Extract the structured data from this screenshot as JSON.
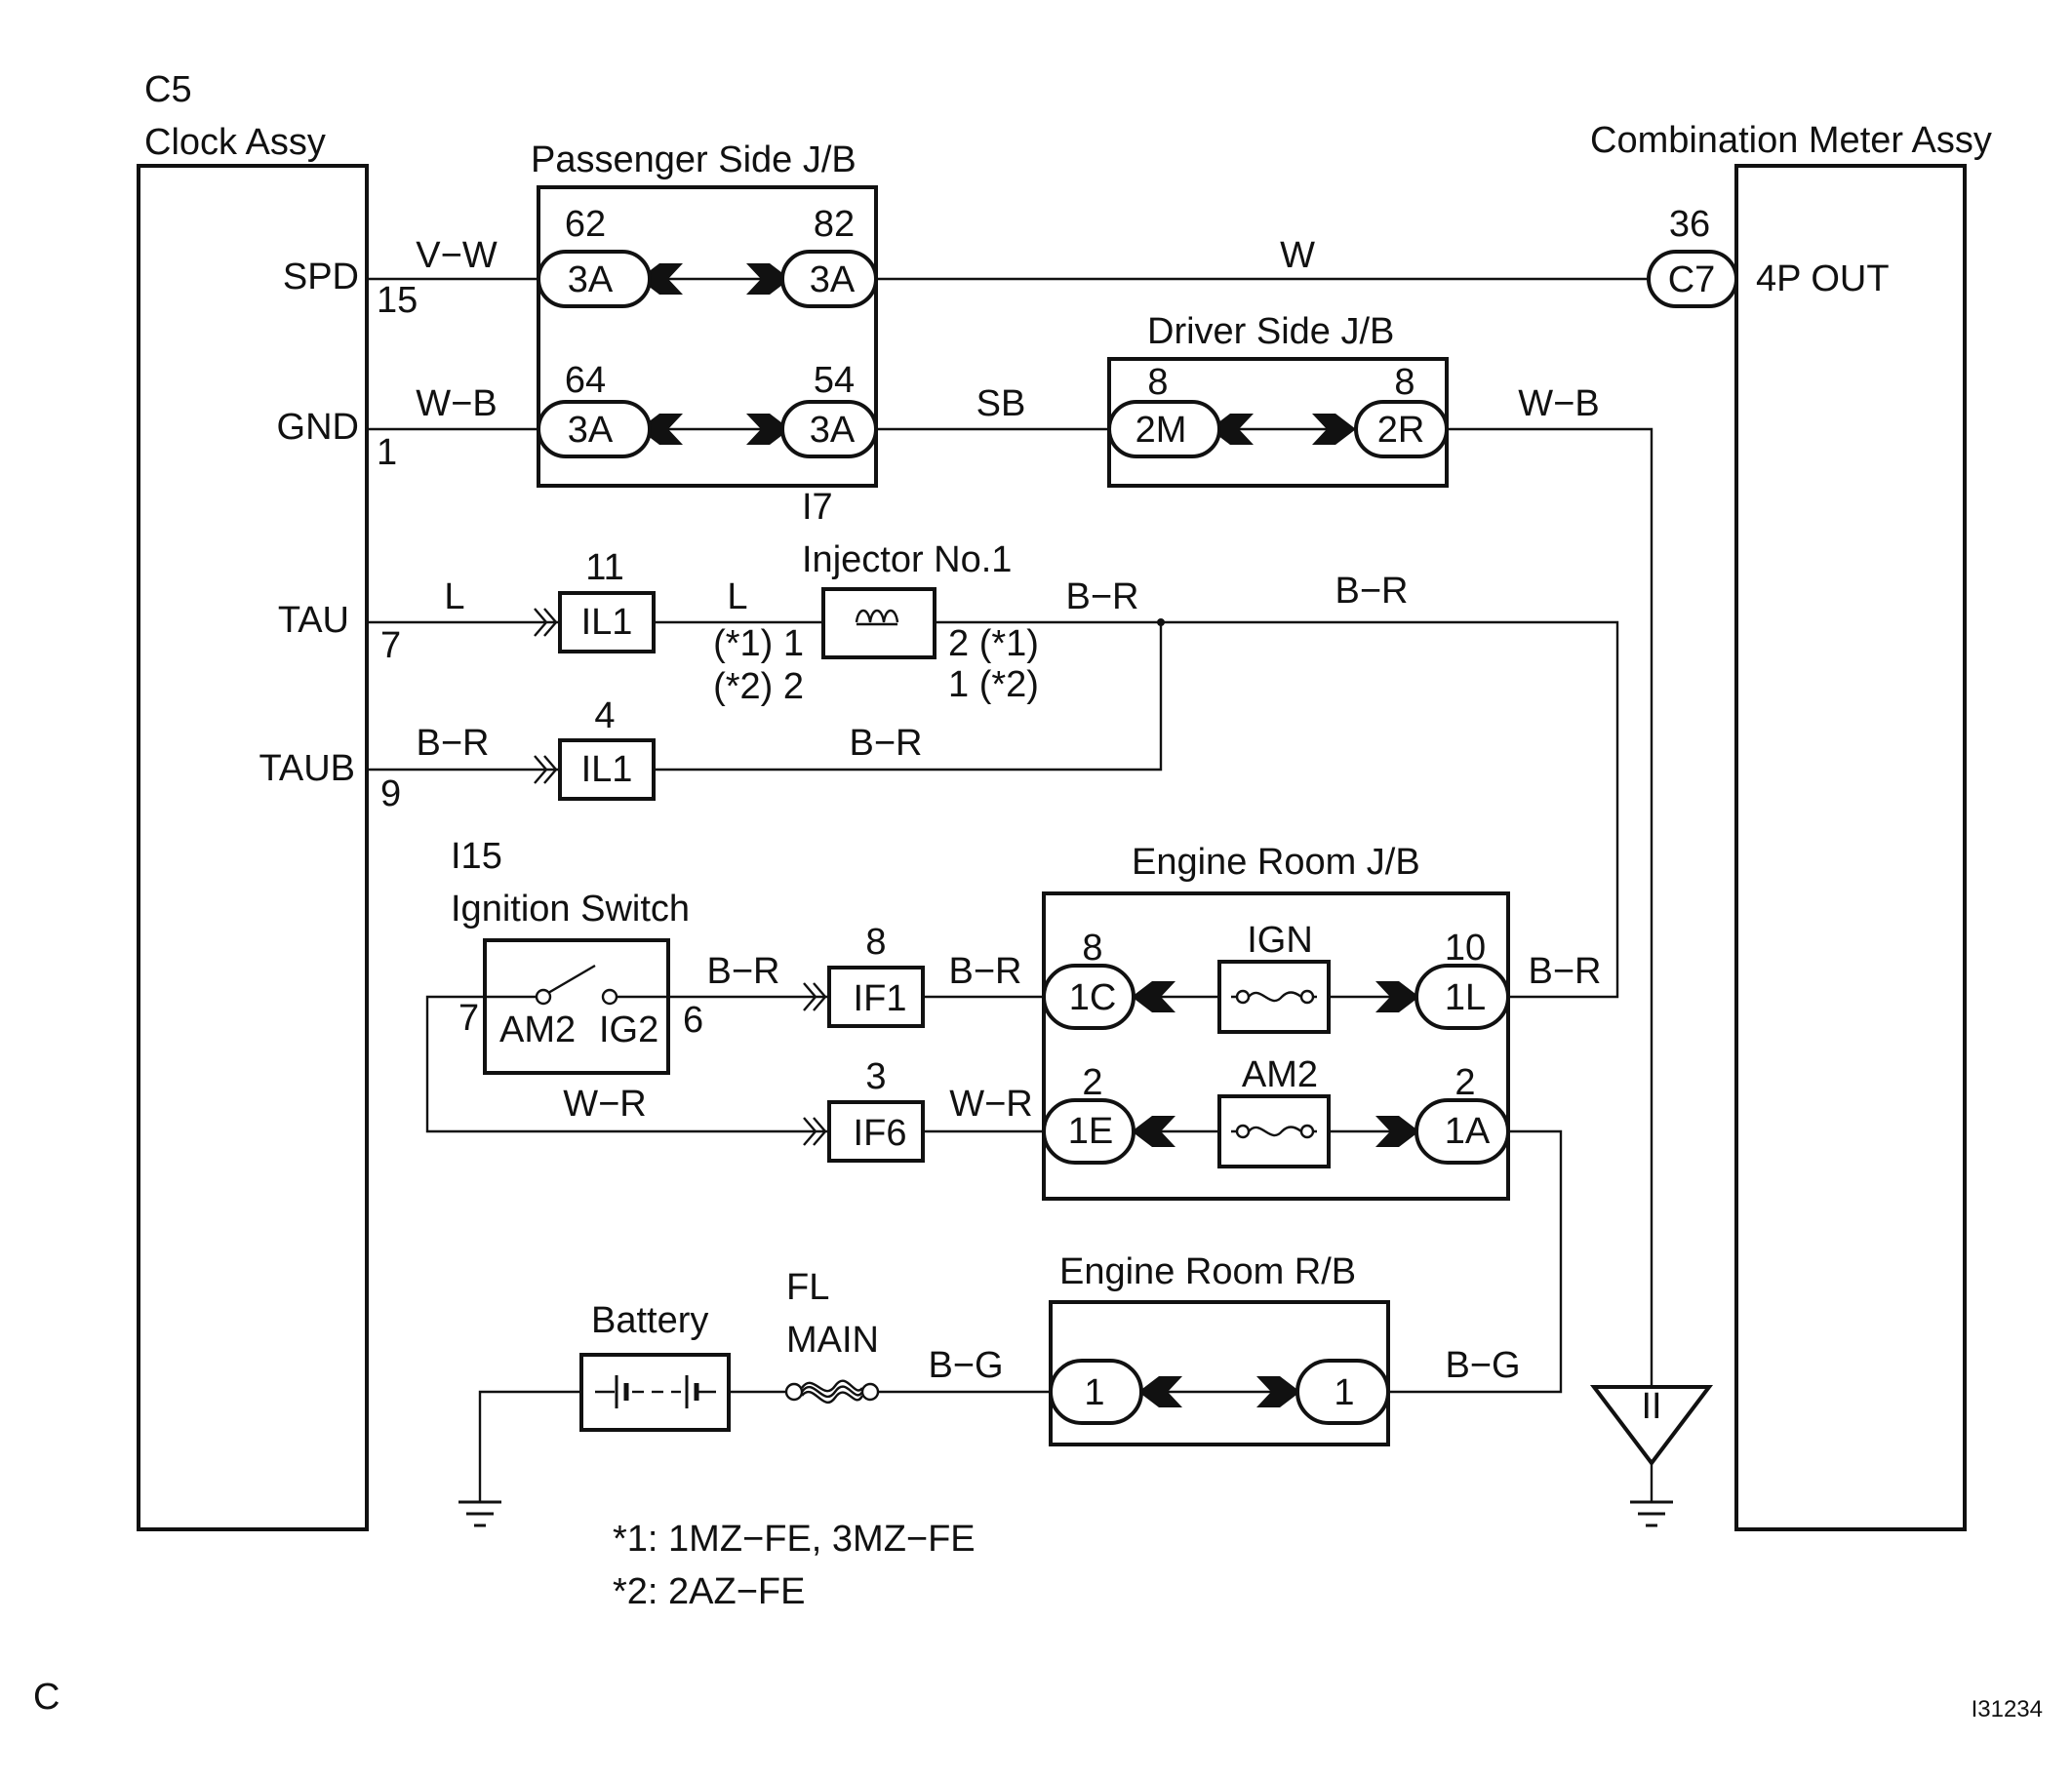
{
  "diagram": {
    "components": {
      "clock": {
        "code": "C5",
        "name": "Clock Assy"
      },
      "meter": {
        "name": "Combination Meter Assy",
        "terminal": "4P OUT"
      },
      "passenger_jb": {
        "name": "Passenger Side J/B",
        "code": "I7"
      },
      "driver_jb": {
        "name": "Driver Side J/B"
      },
      "injector": {
        "name": "Injector No.1"
      },
      "ignition_switch": {
        "code": "I15",
        "name": "Ignition Switch"
      },
      "engine_jb": {
        "name": "Engine Room J/B"
      },
      "engine_rb": {
        "name": "Engine Room R/B"
      },
      "battery": {
        "name": "Battery"
      },
      "fuse_fl_main": {
        "line1": "FL",
        "line2": "MAIN"
      },
      "fuse_ign": {
        "name": "IGN"
      },
      "fuse_am2": {
        "name": "AM2"
      }
    },
    "clock_terminals": [
      {
        "name": "SPD",
        "pin": "15"
      },
      {
        "name": "GND",
        "pin": "1"
      },
      {
        "name": "TAU",
        "pin": "7"
      },
      {
        "name": "TAUB",
        "pin": "9"
      }
    ],
    "switch_terminals": {
      "in_pin": "7",
      "in_name": "AM2",
      "out_name": "IG2",
      "out_pin": "6"
    },
    "wire_colors": {
      "spd": "V−W",
      "spd_meter": "W",
      "gnd": "W−B",
      "gnd_mid": "SB",
      "gnd_meter": "W−B",
      "tau": "L",
      "tau_inj": "L",
      "inj_out": "B−R",
      "inj_to_right": "B−R",
      "taub": "B−R",
      "taub_mid": "B−R",
      "sw_out": "B−R",
      "ign_in": "B−R",
      "ign_out": "B−R",
      "sw_in": "W−R",
      "am2_in": "W−R",
      "batt_out": "B−G",
      "rb_out": "B−G"
    },
    "connectors": {
      "pj_spd_in": {
        "id": "3A",
        "pin": "62"
      },
      "pj_spd_out": {
        "id": "3A",
        "pin": "82"
      },
      "pj_gnd_in": {
        "id": "3A",
        "pin": "64"
      },
      "pj_gnd_out": {
        "id": "3A",
        "pin": "54"
      },
      "meter_c7": {
        "id": "C7",
        "pin": "36"
      },
      "dj_in": {
        "id": "2M",
        "pin": "8"
      },
      "dj_out": {
        "id": "2R",
        "pin": "8"
      },
      "il1_tau": {
        "id": "IL1",
        "pin": "11"
      },
      "il1_taub": {
        "id": "IL1",
        "pin": "4"
      },
      "if1": {
        "id": "IF1",
        "pin": "8"
      },
      "if6": {
        "id": "IF6",
        "pin": "3"
      },
      "ej_1c": {
        "id": "1C",
        "pin": "8"
      },
      "ej_1l": {
        "id": "1L",
        "pin": "10"
      },
      "ej_1e": {
        "id": "1E",
        "pin": "2"
      },
      "ej_1a": {
        "id": "1A",
        "pin": "2"
      },
      "rb_in": {
        "id": "1"
      },
      "rb_out": {
        "id": "1"
      }
    },
    "injector_pins": {
      "left_1": "(*1) 1",
      "left_2": "(*2) 2",
      "right_1": "2 (*1)",
      "right_2": "1 (*2)"
    },
    "ground_mark": "II",
    "notes": [
      "*1: 1MZ−FE, 3MZ−FE",
      "*2: 2AZ−FE"
    ],
    "corner_label": "C",
    "figure_id": "I31234"
  }
}
